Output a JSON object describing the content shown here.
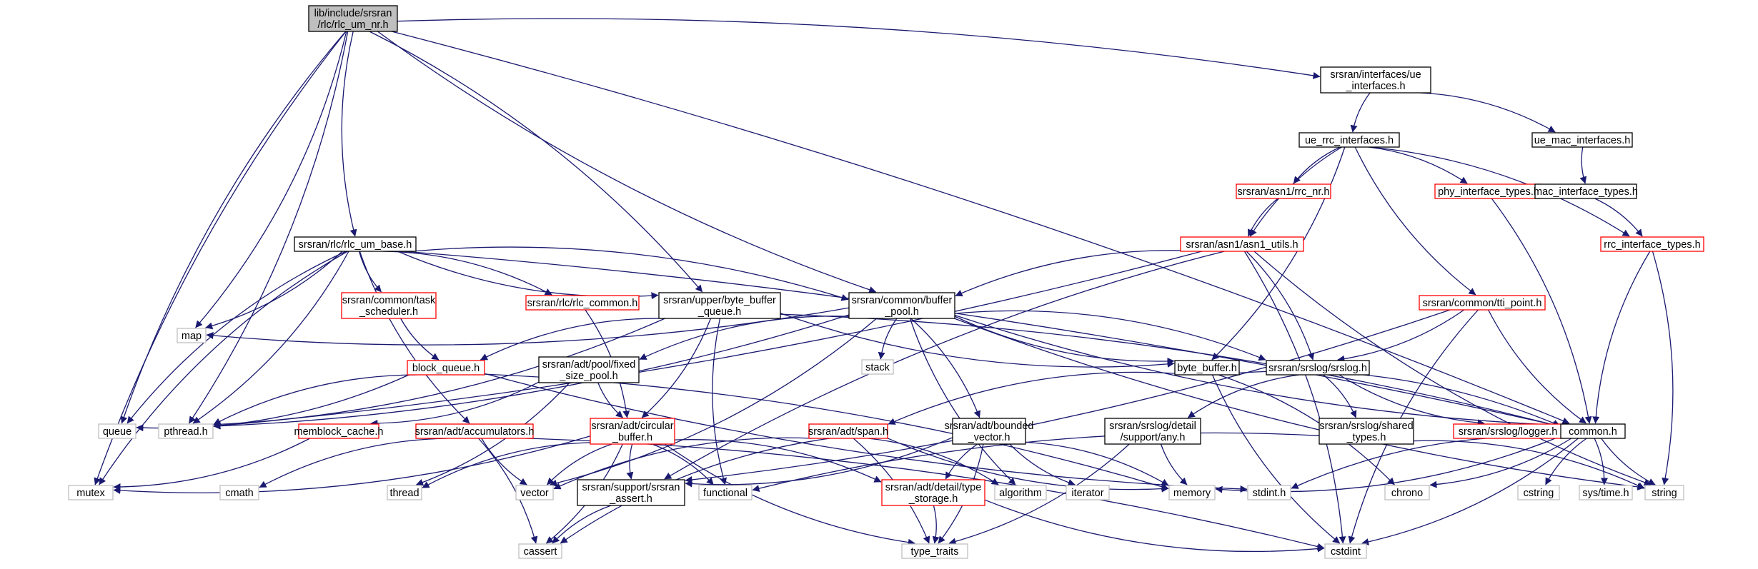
{
  "colors": {
    "edge": "#191970",
    "root_fill": "#bfbfbf",
    "linked_border": "#000000",
    "red_border": "#ff0000",
    "system_border": "#bfbfbf",
    "background": "#ffffff"
  },
  "nodes": {
    "root": {
      "lines": [
        "lib/include/srsran",
        "/rlc/rlc_um_nr.h"
      ],
      "style": "root"
    },
    "ue_if": {
      "lines": [
        "srsran/interfaces/ue",
        "_interfaces.h"
      ],
      "style": "linked"
    },
    "ue_rrc": {
      "lines": [
        "ue_rrc_interfaces.h"
      ],
      "style": "linked"
    },
    "ue_mac": {
      "lines": [
        "ue_mac_interfaces.h"
      ],
      "style": "linked"
    },
    "rrc_nr": {
      "lines": [
        "srsran/asn1/rrc_nr.h"
      ],
      "style": "red"
    },
    "phy_if": {
      "lines": [
        "phy_interface_types.h"
      ],
      "style": "red"
    },
    "mac_if": {
      "lines": [
        "mac_interface_types.h"
      ],
      "style": "linked"
    },
    "asn1u": {
      "lines": [
        "srsran/asn1/asn1_utils.h"
      ],
      "style": "red"
    },
    "rrc_if": {
      "lines": [
        "rrc_interface_types.h"
      ],
      "style": "red"
    },
    "umbase": {
      "lines": [
        "srsran/rlc/rlc_um_base.h"
      ],
      "style": "linked"
    },
    "task": {
      "lines": [
        "srsran/common/task",
        "_scheduler.h"
      ],
      "style": "red"
    },
    "rlccom": {
      "lines": [
        "srsran/rlc/rlc_common.h"
      ],
      "style": "red"
    },
    "bbq": {
      "lines": [
        "srsran/upper/byte_buffer",
        "_queue.h"
      ],
      "style": "linked"
    },
    "bpool": {
      "lines": [
        "srsran/common/buffer",
        "_pool.h"
      ],
      "style": "linked"
    },
    "tti": {
      "lines": [
        "srsran/common/tti_point.h"
      ],
      "style": "red"
    },
    "map": {
      "lines": [
        "map"
      ],
      "style": "system"
    },
    "stack": {
      "lines": [
        "stack"
      ],
      "style": "system"
    },
    "fixed": {
      "lines": [
        "srsran/adt/pool/fixed",
        "_size_pool.h"
      ],
      "style": "linked"
    },
    "bytebuf": {
      "lines": [
        "byte_buffer.h"
      ],
      "style": "linked"
    },
    "srslog": {
      "lines": [
        "srsran/srslog/srslog.h"
      ],
      "style": "linked"
    },
    "blockq": {
      "lines": [
        "block_queue.h"
      ],
      "style": "red"
    },
    "queue": {
      "lines": [
        "queue"
      ],
      "style": "system"
    },
    "pthread": {
      "lines": [
        "pthread.h"
      ],
      "style": "system"
    },
    "memblk": {
      "lines": [
        "memblock_cache.h"
      ],
      "style": "red"
    },
    "accum": {
      "lines": [
        "srsran/adt/accumulators.h"
      ],
      "style": "red"
    },
    "circ": {
      "lines": [
        "srsran/adt/circular",
        "_buffer.h"
      ],
      "style": "red"
    },
    "span": {
      "lines": [
        "srsran/adt/span.h"
      ],
      "style": "red"
    },
    "bvec": {
      "lines": [
        "srsran/adt/bounded",
        "_vector.h"
      ],
      "style": "linked"
    },
    "anyh": {
      "lines": [
        "srsran/srslog/detail",
        "/support/any.h"
      ],
      "style": "linked"
    },
    "shtypes": {
      "lines": [
        "srsran/srslog/shared",
        "_types.h"
      ],
      "style": "linked"
    },
    "logger": {
      "lines": [
        "srsran/srslog/logger.h"
      ],
      "style": "red"
    },
    "common": {
      "lines": [
        "common.h"
      ],
      "style": "linked"
    },
    "mutex": {
      "lines": [
        "mutex"
      ],
      "style": "system"
    },
    "cmath": {
      "lines": [
        "cmath"
      ],
      "style": "system"
    },
    "thread": {
      "lines": [
        "thread"
      ],
      "style": "system"
    },
    "vector": {
      "lines": [
        "vector"
      ],
      "style": "system"
    },
    "sassert": {
      "lines": [
        "srsran/support/srsran",
        "_assert.h"
      ],
      "style": "linked"
    },
    "functional": {
      "lines": [
        "functional"
      ],
      "style": "system"
    },
    "typest": {
      "lines": [
        "srsran/adt/detail/type",
        "_storage.h"
      ],
      "style": "red"
    },
    "algorithm": {
      "lines": [
        "algorithm"
      ],
      "style": "system"
    },
    "iterator": {
      "lines": [
        "iterator"
      ],
      "style": "system"
    },
    "memory": {
      "lines": [
        "memory"
      ],
      "style": "system"
    },
    "stdint": {
      "lines": [
        "stdint.h"
      ],
      "style": "system"
    },
    "chrono": {
      "lines": [
        "chrono"
      ],
      "style": "system"
    },
    "cstring": {
      "lines": [
        "cstring"
      ],
      "style": "system"
    },
    "systime": {
      "lines": [
        "sys/time.h"
      ],
      "style": "system"
    },
    "string": {
      "lines": [
        "string"
      ],
      "style": "system"
    },
    "cassert": {
      "lines": [
        "cassert"
      ],
      "style": "system"
    },
    "typetr": {
      "lines": [
        "type_traits"
      ],
      "style": "system"
    },
    "cstdint": {
      "lines": [
        "cstdint"
      ],
      "style": "system"
    }
  },
  "edges": [
    [
      "root",
      "ue_if"
    ],
    [
      "root",
      "umbase"
    ],
    [
      "root",
      "bbq"
    ],
    [
      "root",
      "bpool"
    ],
    [
      "root",
      "map"
    ],
    [
      "root",
      "queue"
    ],
    [
      "root",
      "pthread"
    ],
    [
      "root",
      "mutex"
    ],
    [
      "root",
      "common"
    ],
    [
      "ue_if",
      "ue_rrc"
    ],
    [
      "ue_if",
      "ue_mac"
    ],
    [
      "ue_rrc",
      "rrc_nr"
    ],
    [
      "ue_rrc",
      "phy_if"
    ],
    [
      "ue_rrc",
      "asn1u"
    ],
    [
      "ue_rrc",
      "rrc_if"
    ],
    [
      "ue_rrc",
      "tti"
    ],
    [
      "ue_rrc",
      "bytebuf"
    ],
    [
      "ue_mac",
      "mac_if"
    ],
    [
      "mac_if",
      "rrc_if"
    ],
    [
      "rrc_nr",
      "asn1u"
    ],
    [
      "phy_if",
      "common"
    ],
    [
      "asn1u",
      "bpool"
    ],
    [
      "asn1u",
      "srslog"
    ],
    [
      "asn1u",
      "string"
    ],
    [
      "asn1u",
      "cstdint"
    ],
    [
      "asn1u",
      "sassert"
    ],
    [
      "asn1u",
      "pthread"
    ],
    [
      "rrc_if",
      "common"
    ],
    [
      "rrc_if",
      "string"
    ],
    [
      "umbase",
      "task"
    ],
    [
      "umbase",
      "rlccom"
    ],
    [
      "umbase",
      "bbq"
    ],
    [
      "umbase",
      "bpool"
    ],
    [
      "umbase",
      "accum"
    ],
    [
      "umbase",
      "map"
    ],
    [
      "umbase",
      "queue"
    ],
    [
      "umbase",
      "pthread"
    ],
    [
      "umbase",
      "mutex"
    ],
    [
      "umbase",
      "common"
    ],
    [
      "task",
      "blockq"
    ],
    [
      "rlccom",
      "circ"
    ],
    [
      "bbq",
      "blockq"
    ],
    [
      "bbq",
      "circ"
    ],
    [
      "bbq",
      "functional"
    ],
    [
      "bbq",
      "pthread"
    ],
    [
      "bbq",
      "bytebuf"
    ],
    [
      "bbq",
      "common"
    ],
    [
      "bpool",
      "fixed"
    ],
    [
      "bpool",
      "bvec"
    ],
    [
      "bpool",
      "bytebuf"
    ],
    [
      "bpool",
      "srslog"
    ],
    [
      "bpool",
      "common"
    ],
    [
      "bpool",
      "map"
    ],
    [
      "bpool",
      "stack"
    ],
    [
      "bpool",
      "vector"
    ],
    [
      "bpool",
      "algorithm"
    ],
    [
      "bpool",
      "pthread"
    ],
    [
      "bpool",
      "string"
    ],
    [
      "tti",
      "srslog"
    ],
    [
      "tti",
      "common"
    ],
    [
      "tti",
      "sassert"
    ],
    [
      "tti",
      "cstdint"
    ],
    [
      "fixed",
      "memblk"
    ],
    [
      "fixed",
      "circ"
    ],
    [
      "fixed",
      "thread"
    ],
    [
      "bytebuf",
      "span"
    ],
    [
      "bytebuf",
      "common"
    ],
    [
      "bytebuf",
      "cstdint"
    ],
    [
      "bytebuf",
      "chrono"
    ],
    [
      "srslog",
      "anyh"
    ],
    [
      "srslog",
      "shtypes"
    ],
    [
      "srslog",
      "logger"
    ],
    [
      "blockq",
      "queue"
    ],
    [
      "blockq",
      "pthread"
    ],
    [
      "blockq",
      "memory"
    ],
    [
      "blockq",
      "stdint"
    ],
    [
      "memblk",
      "mutex"
    ],
    [
      "accum",
      "vector"
    ],
    [
      "accum",
      "cassert"
    ],
    [
      "accum",
      "cmath"
    ],
    [
      "accum",
      "cstdint"
    ],
    [
      "circ",
      "sassert"
    ],
    [
      "circ",
      "typest"
    ],
    [
      "circ",
      "vector"
    ],
    [
      "circ",
      "functional"
    ],
    [
      "circ",
      "thread"
    ],
    [
      "circ",
      "cassert"
    ],
    [
      "circ",
      "typetr"
    ],
    [
      "circ",
      "mutex"
    ],
    [
      "span",
      "vector"
    ],
    [
      "span",
      "algorithm"
    ],
    [
      "span",
      "cassert"
    ],
    [
      "span",
      "typetr"
    ],
    [
      "span",
      "memory"
    ],
    [
      "bvec",
      "sassert"
    ],
    [
      "bvec",
      "typest"
    ],
    [
      "bvec",
      "memory"
    ],
    [
      "bvec",
      "iterator"
    ],
    [
      "bvec",
      "typetr"
    ],
    [
      "anyh",
      "memory"
    ],
    [
      "anyh",
      "typetr"
    ],
    [
      "shtypes",
      "functional"
    ],
    [
      "shtypes",
      "string"
    ],
    [
      "sassert",
      "cassert"
    ],
    [
      "typest",
      "typetr"
    ],
    [
      "typest",
      "cstdint"
    ],
    [
      "common",
      "memory"
    ],
    [
      "common",
      "stdint"
    ],
    [
      "common",
      "chrono"
    ],
    [
      "common",
      "cstring"
    ],
    [
      "common",
      "systime"
    ],
    [
      "common",
      "string"
    ],
    [
      "common",
      "cstdint"
    ]
  ]
}
